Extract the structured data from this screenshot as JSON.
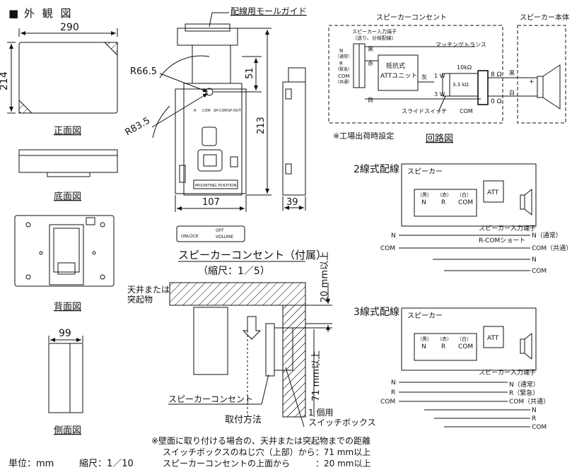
{
  "header": {
    "marker": "■",
    "title": "外 観 図"
  },
  "views": {
    "front": {
      "label": "正面図",
      "width_dim": "290",
      "height_dim": "214"
    },
    "bottom": {
      "label": "底面図"
    },
    "back": {
      "label": "背面図"
    },
    "side": {
      "label": "側面図",
      "width_dim": "99"
    }
  },
  "outlet": {
    "guide_label": "配線用モールガイド",
    "r1": "R66.5",
    "r2": "R83.5",
    "dim_51": "51",
    "dim_213": "213",
    "dim_107": "107",
    "dim_39": "39",
    "mounting_position": "MOUNTING POSITION",
    "labels_small": [
      "R",
      "COM",
      "SP-COM",
      "SP-OUT"
    ],
    "bottom_labels": {
      "unlock": "UNLOCK",
      "off": "OFF",
      "volume": "VOLUME"
    },
    "caption": "スピーカーコンセント（付属）",
    "scale": "（縮尺：1／5）"
  },
  "mounting": {
    "ceiling_label_1": "天井または",
    "ceiling_label_2": "突起物",
    "dim_20": "20 mm以上",
    "dim_71": "71 mm以上",
    "outlet_label": "スピーカーコンセント",
    "method_label": "取付方法",
    "box_label_1": "1 個用",
    "box_label_2": "スイッチボックス"
  },
  "notes": {
    "line1": "※壁面に取り付ける場合の、天井または突起物までの距離",
    "line2": "スイッチボックスのねじ穴（上部）から：71 mm以上",
    "line3": "スピーカーコンセントの上面から　　　：20 mm以上"
  },
  "footer": {
    "unit": "単位：mm",
    "scale": "縮尺：1／10"
  },
  "circuit": {
    "outlet_title": "スピーカーコンセント",
    "speaker_title": "スピーカー本体",
    "input_terminal_1": "スピーカー入力端子",
    "input_terminal_2": "（送り、分岐配線）",
    "terms": [
      {
        "name": "N",
        "note": "（通常）"
      },
      {
        "name": "R",
        "note": "（緊急）"
      },
      {
        "name": "COM",
        "note": "（共通）"
      }
    ],
    "wire_black": "黒",
    "wire_red": "赤",
    "wire_white": "白",
    "wire_gray": "灰",
    "att_unit_1": "抵抗式",
    "att_unit_2": "ATTユニット",
    "transformer": "マッチングトランス",
    "r10k": "10kΩ",
    "r33k": "3.3 kΩ",
    "w1": "1 W",
    "w3": "3 W",
    "slide_switch": "スライドスイッチ",
    "com": "COM",
    "o8": "8 Ω",
    "o0": "0 Ω",
    "black2": "黒",
    "white2": "白",
    "plus": "+",
    "factory_note": "※工場出荷時設定",
    "caption": "回路図"
  },
  "wiring2": {
    "title": "2線式配線",
    "speaker": "スピーカー",
    "terms": [
      {
        "color": "（黒）",
        "name": "N"
      },
      {
        "color": "（赤）",
        "name": "R"
      },
      {
        "color": "（白）",
        "name": "COM"
      }
    ],
    "att": "ATT",
    "input_terminal": "スピーカー入力端子",
    "short": "R-COMショート",
    "left_labels": [
      "N",
      "COM"
    ],
    "right_labels": [
      "N（通常）",
      "COM（共通）",
      "N",
      "COM"
    ]
  },
  "wiring3": {
    "title": "3線式配線",
    "speaker": "スピーカー",
    "terms": [
      {
        "color": "（黒）",
        "name": "N"
      },
      {
        "color": "（赤）",
        "name": "R"
      },
      {
        "color": "（白）",
        "name": "COM"
      }
    ],
    "att": "ATT",
    "input_terminal": "スピーカー入力端子",
    "left_labels": [
      "N",
      "R",
      "COM"
    ],
    "right_labels": [
      "N（通常）",
      "R（緊急）",
      "COM（共通）",
      "N",
      "R",
      "COM"
    ]
  }
}
